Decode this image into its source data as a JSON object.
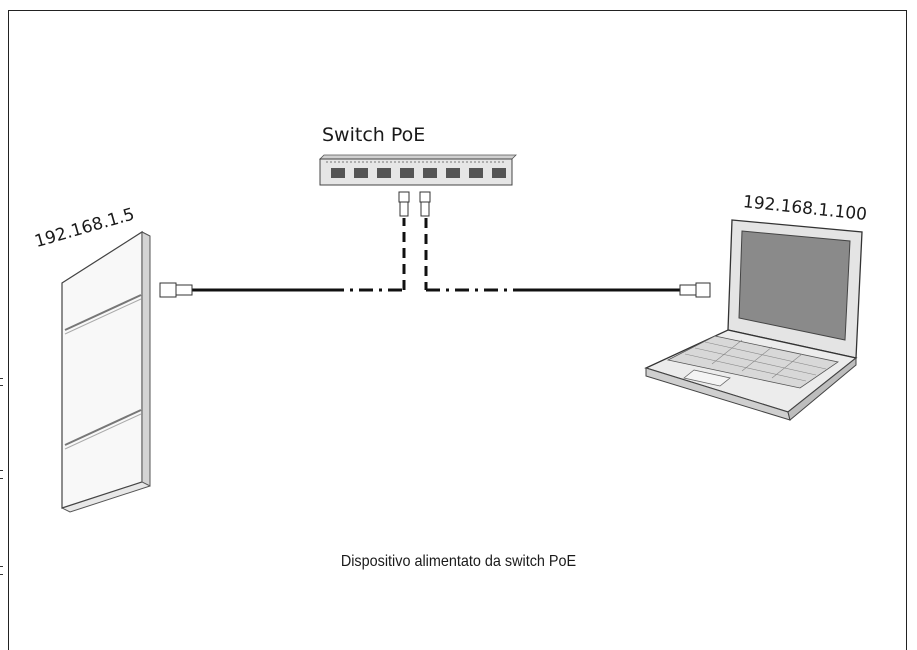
{
  "labels": {
    "switch": "Switch PoE",
    "panel_ip": "192.168.1.5",
    "laptop_ip": "192.168.1.100",
    "caption": "Dispositivo alimentato da switch PoE"
  },
  "devices": [
    {
      "id": "panel",
      "type": "wall-panel-device"
    },
    {
      "id": "switch",
      "type": "poe-switch",
      "ports": 8
    },
    {
      "id": "laptop",
      "type": "laptop"
    }
  ],
  "connections": [
    {
      "from": "panel",
      "to": "switch",
      "style": "ethernet-cable"
    },
    {
      "from": "switch",
      "to": "laptop",
      "style": "ethernet-cable"
    }
  ]
}
